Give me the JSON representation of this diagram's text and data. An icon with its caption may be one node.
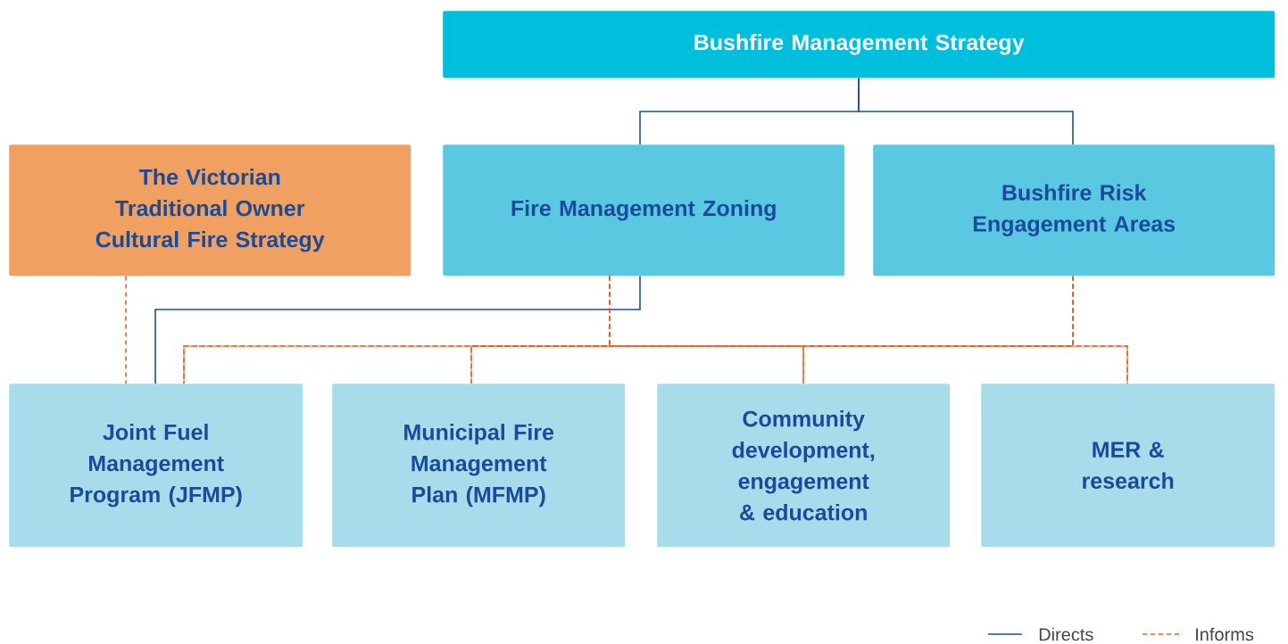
{
  "diagram": {
    "nodes": [
      {
        "text": [
          "Bushfire Management Strategy"
        ]
      },
      {
        "text": [
          "The Victorian Traditional Owner Cultural Fire Strategy"
        ]
      },
      {
        "text": [
          "Fire Management Zoning"
        ]
      },
      {
        "text": [
          "Bushfire Risk Engagement Areas"
        ]
      },
      {
        "text": [
          "Joint Fuel Management Program (JFMP)"
        ]
      },
      {
        "text": [
          "Municipal Fire Management Plan (MFMP)"
        ]
      },
      {
        "text": [
          "Community development, engagement & education"
        ]
      },
      {
        "text": [
          "MER & research"
        ]
      }
    ],
    "edges": [
      {
        "from": 0,
        "to": 2,
        "arrow": "none",
        "color": "#1f4e9c"
      },
      {
        "from": 0,
        "to": 3,
        "arrow": "none",
        "color": "#1f4e9c"
      },
      {
        "from": 2,
        "to": 4,
        "arrow": "none",
        "color": "#1f4e9c"
      },
      {
        "from": 1,
        "to": 4,
        "arrow": "none",
        "style": "dashed"
      },
      {
        "from": 2,
        "to": 4,
        "arrow": "none",
        "style": "dashed"
      },
      {
        "from": 2,
        "to": 5,
        "arrow": "none",
        "style": "dashed"
      },
      {
        "from": 2,
        "to": 6,
        "arrow": "none",
        "style": "dashed"
      },
      {
        "from": 2,
        "to": 7,
        "arrow": "none",
        "style": "dashed"
      },
      {
        "from": 3,
        "to": 4,
        "arrow": "none",
        "style": "dashed"
      },
      {
        "from": 3,
        "to": 5,
        "arrow": "none",
        "style": "dashed"
      },
      {
        "from": 3,
        "to": 6,
        "arrow": "none",
        "style": "dashed"
      },
      {
        "from": 3,
        "to": 7,
        "arrow": "none",
        "style": "dashed"
      }
    ],
    "legend": [
      {
        "text": "Directs"
      },
      {
        "text": "Informs"
      }
    ]
  }
}
